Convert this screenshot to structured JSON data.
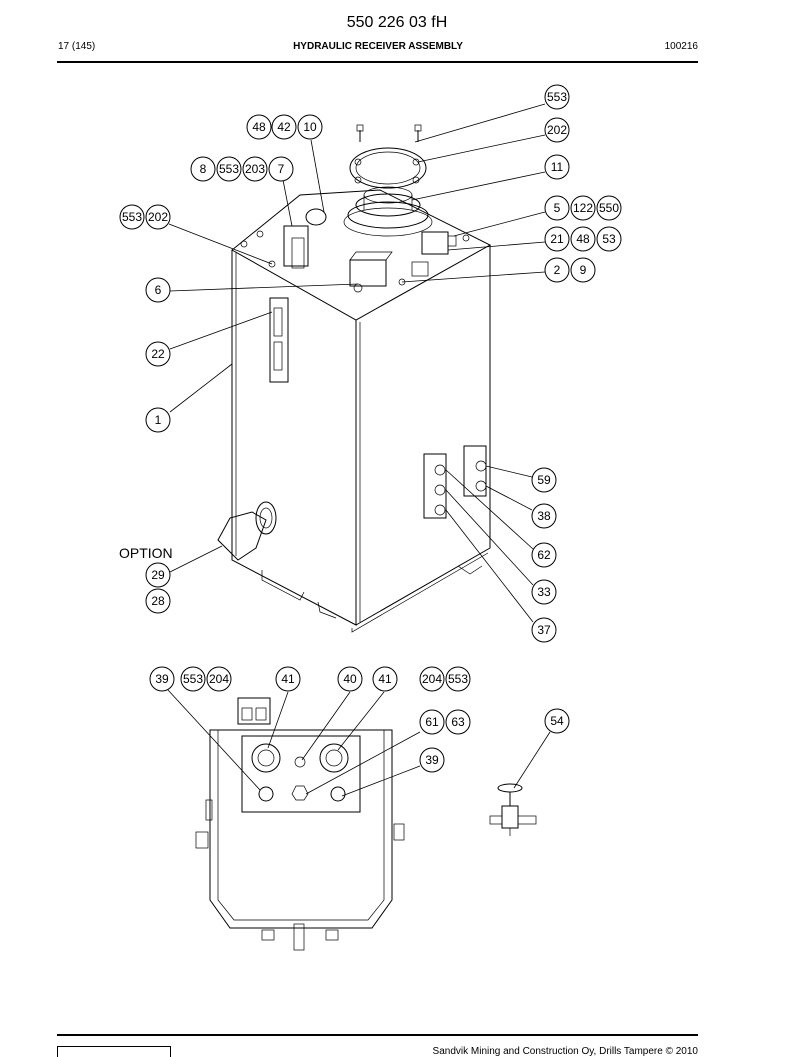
{
  "header": {
    "doc_number": "550 226 03 fH",
    "page": "17 (145)",
    "title": "HYDRAULIC RECEIVER ASSEMBLY",
    "code": "100216"
  },
  "footer": {
    "copyright": "Sandvik Mining and Construction Oy, Drills Tampere © 2010"
  },
  "drawing": {
    "option_label": "OPTION",
    "callouts": [
      "553",
      "202",
      "48",
      "42",
      "10",
      "8",
      "553",
      "203",
      "7",
      "11",
      "553",
      "202",
      "5",
      "122",
      "550",
      "21",
      "48",
      "53",
      "2",
      "9",
      "6",
      "22",
      "1",
      "59",
      "38",
      "62",
      "33",
      "37",
      "29",
      "28",
      "39",
      "553",
      "204",
      "41",
      "40",
      "41",
      "204",
      "553",
      "61",
      "63",
      "39",
      "54"
    ]
  }
}
